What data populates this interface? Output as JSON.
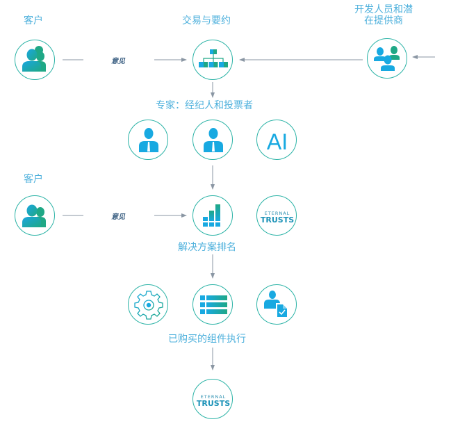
{
  "labels": {
    "customer_top": "客户",
    "trade_agreement": "交易与要约",
    "developers_line1": "开发人员和潜",
    "developers_line2": "在提供商",
    "experts": "专家：经纪人和投票者",
    "customer_mid": "客户",
    "solution_ranking": "解决方案排名",
    "purchased_components": "已购买的组件执行"
  },
  "feedback_labels": {
    "top": "意见",
    "mid": "意见"
  },
  "icons": {
    "customer_top": "customers-icon",
    "trade": "org-chart-icon",
    "developers": "user-group-icon",
    "expert_broker": "businessman-icon",
    "expert_voter": "businessman-icon",
    "ai": "ai-icon",
    "customer_mid": "customers-icon",
    "ranking": "bar-chart-icon",
    "eternal_trusts_mid": "eternal-trusts-logo",
    "gear": "gear-icon",
    "list": "list-icon",
    "user_doc": "user-document-icon",
    "eternal_trusts_bottom": "eternal-trusts-logo"
  },
  "ai_text": "AI",
  "logo": {
    "line1": "ETERNAL",
    "line2": "TRUSTS"
  },
  "colors": {
    "blue": "#18a9e1",
    "green": "#1fa886",
    "label": "#4db0dc",
    "ring": "#2bb3a6",
    "arrow": "#8a96a3"
  }
}
